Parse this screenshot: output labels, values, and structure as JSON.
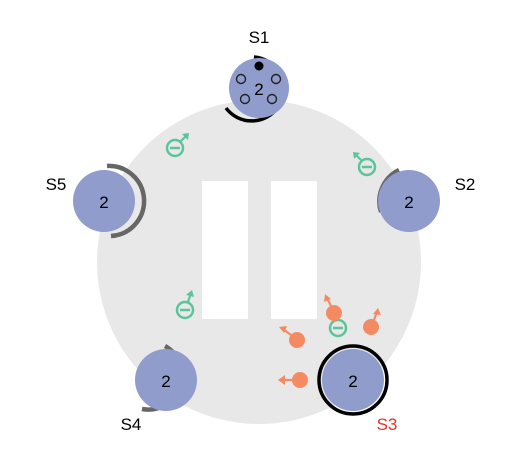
{
  "colors": {
    "background": "#ffffff",
    "arena": "#e8e8e8",
    "wall": "#ffffff",
    "site_fill": "#8f9ccc",
    "arc_grey": "#666666",
    "arc_black": "#000000",
    "green_agent": "#5cc49a",
    "orange_agent": "#f48a62",
    "label_default": "#000000",
    "label_highlight": "#e8302a"
  },
  "sites": [
    {
      "id": "S1",
      "label": "S1",
      "count": "2",
      "highlight": false
    },
    {
      "id": "S2",
      "label": "S2",
      "count": "2",
      "highlight": false
    },
    {
      "id": "S3",
      "label": "S3",
      "count": "2",
      "highlight": true
    },
    {
      "id": "S4",
      "label": "S4",
      "count": "2",
      "highlight": false
    },
    {
      "id": "S5",
      "label": "S5",
      "count": "2",
      "highlight": false
    }
  ],
  "icons": {
    "site": "site-circle-icon",
    "green_agent": "green-agent-minus-icon",
    "orange_agent": "orange-agent-icon",
    "hole": "hole-dot-icon"
  }
}
